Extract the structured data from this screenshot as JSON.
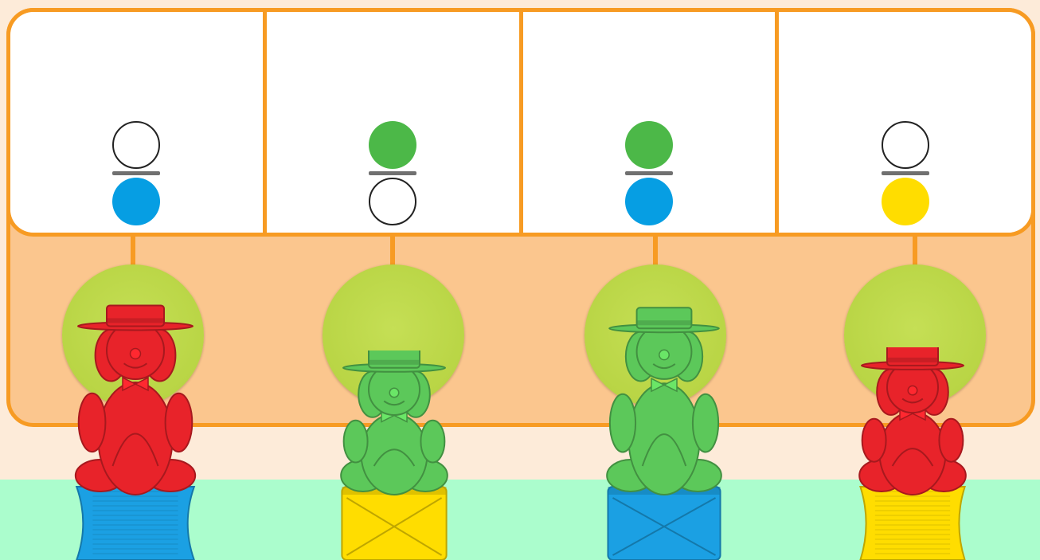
{
  "colors": {
    "board_border": "#f79b23",
    "board_fill": "#fbc68e",
    "background": "#fdebd9",
    "floor": "#abfdcd",
    "spot": "#b9d545"
  },
  "slots": [
    {
      "card": {
        "top": "empty",
        "bottom": "blue"
      },
      "clown": {
        "color": "red",
        "size": "tall"
      },
      "pedestal": {
        "color": "blue",
        "style": "spool"
      }
    },
    {
      "card": {
        "top": "green",
        "bottom": "empty"
      },
      "clown": {
        "color": "green",
        "size": "short"
      },
      "pedestal": {
        "color": "yellow",
        "style": "drum"
      }
    },
    {
      "card": {
        "top": "green",
        "bottom": "blue"
      },
      "clown": {
        "color": "green",
        "size": "tall"
      },
      "pedestal": {
        "color": "blue",
        "style": "drum"
      }
    },
    {
      "card": {
        "top": "empty",
        "bottom": "yellow"
      },
      "clown": {
        "color": "red",
        "size": "short"
      },
      "pedestal": {
        "color": "yellow",
        "style": "spool"
      }
    }
  ],
  "palette": {
    "red": "#e8232a",
    "green": "#5cc85a",
    "blue": "#1ba0e3",
    "yellow": "#ffdd00",
    "dot_green": "#4cb848",
    "dot_blue": "#069ee3"
  }
}
